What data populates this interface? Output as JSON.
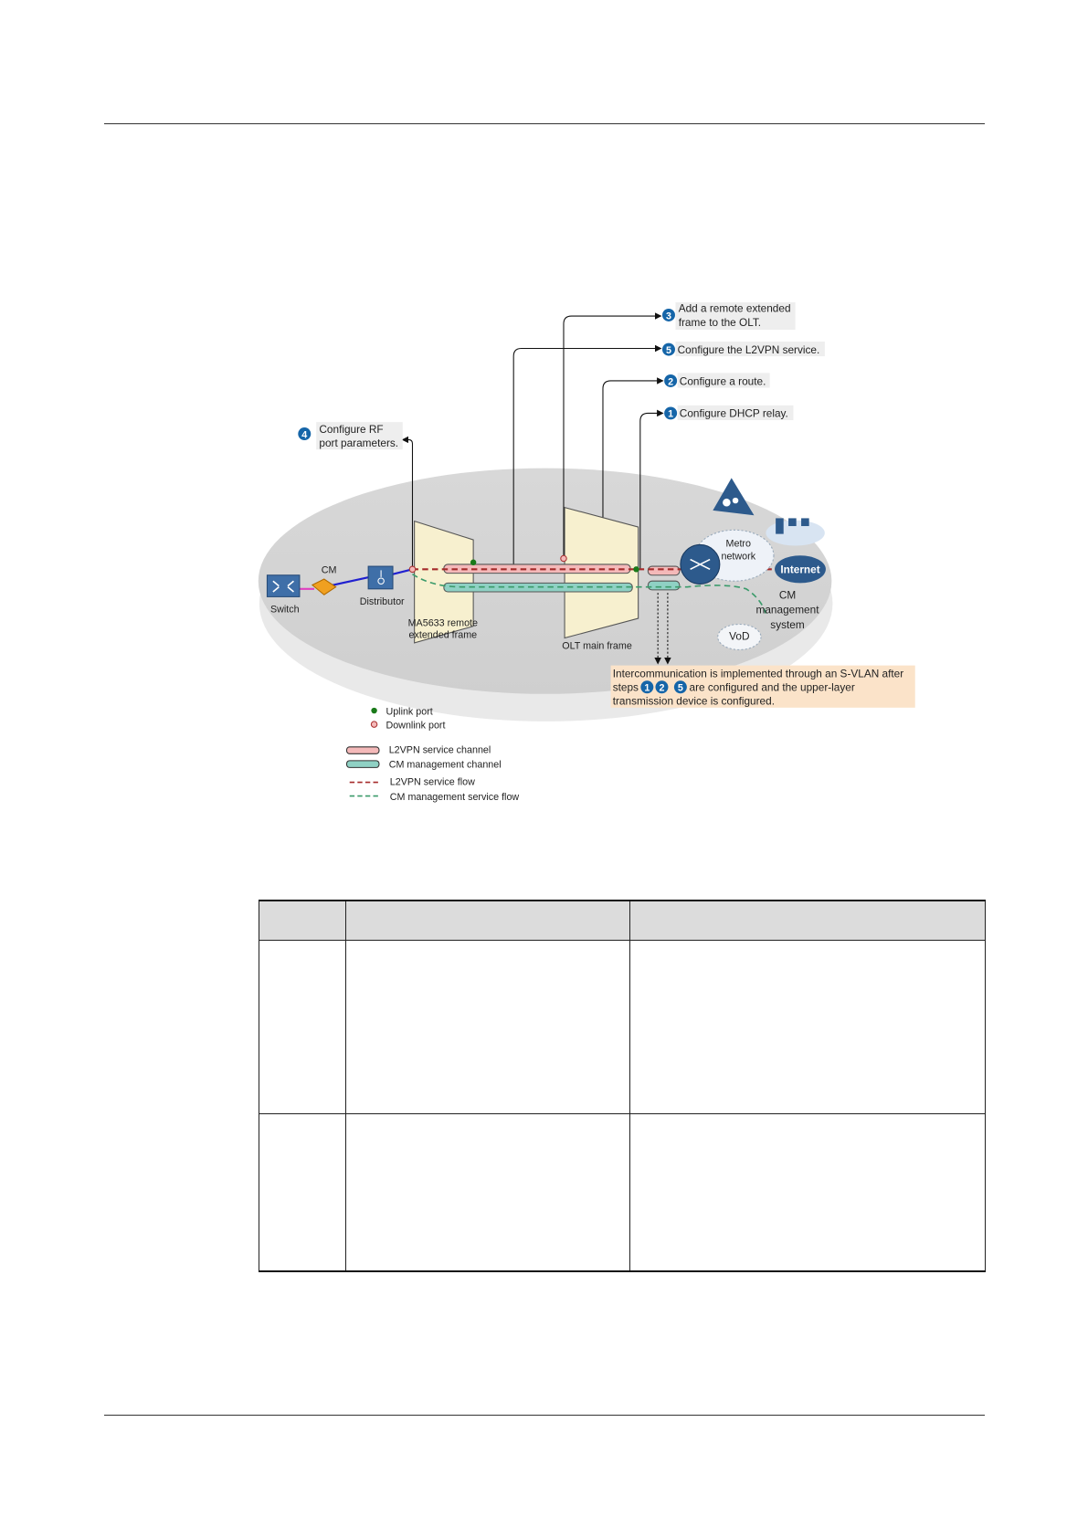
{
  "callouts": [
    {
      "num": "3",
      "lines": [
        "Add a remote extended",
        "frame to the OLT."
      ]
    },
    {
      "num": "5",
      "lines": [
        "Configure the L2VPN service."
      ]
    },
    {
      "num": "2",
      "lines": [
        "Configure a route."
      ]
    },
    {
      "num": "1",
      "lines": [
        "Configure DHCP relay."
      ]
    },
    {
      "num": "4",
      "lines": [
        "Configure RF",
        "port parameters."
      ]
    }
  ],
  "labels": {
    "cm": "CM",
    "switch": "Switch",
    "distributor": "Distributor",
    "remote_frame": [
      "MA5633 remote",
      "extended frame"
    ],
    "olt_frame": "OLT main frame",
    "metro": [
      "Metro",
      "network"
    ],
    "internet": "Internet",
    "cm_mgmt": [
      "CM",
      "management",
      "system"
    ],
    "vod": "VoD"
  },
  "note": {
    "line1": "Intercommunication is implemented through an S-VLAN after",
    "prefix": "steps",
    "steps": [
      "1",
      "2",
      "5"
    ],
    "line2_rest": "are configured and the upper-layer",
    "line3": "transmission device is configured."
  },
  "legend": {
    "uplink": "Uplink port",
    "downlink": "Downlink port",
    "l2vpn_channel": "L2VPN service channel",
    "cm_channel": "CM management channel",
    "l2vpn_flow": "L2VPN service flow",
    "cm_flow": "CM management service flow"
  },
  "colors": {
    "l2vpn": "#f4b9b9",
    "cm": "#8fd1c4",
    "step_badge": "#1565a8",
    "note_bg": "#fbe3c9",
    "frame": "#f7f0cf"
  }
}
